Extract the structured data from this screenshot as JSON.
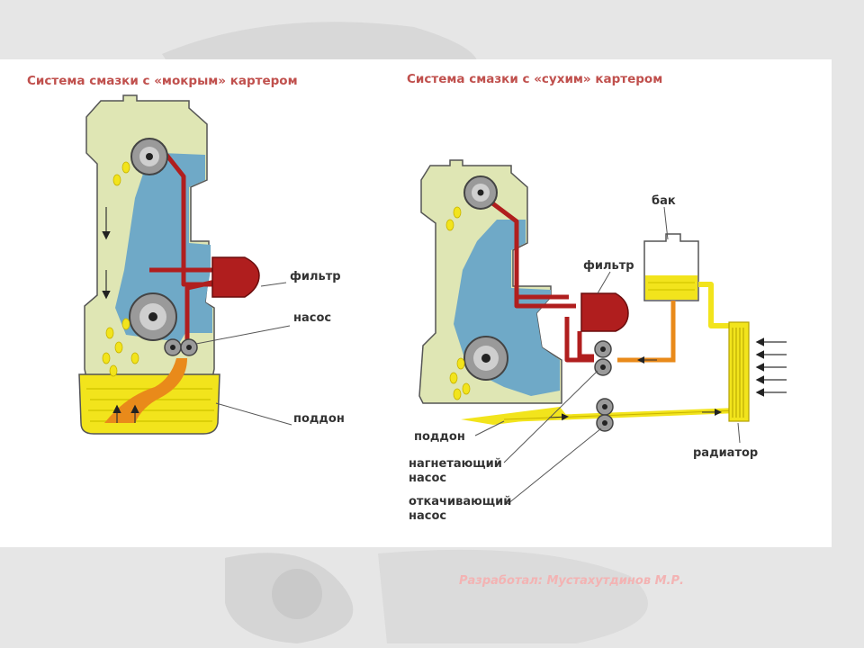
{
  "left_title": "Система смазки с «мокрым» картером",
  "right_title": "Система смазки с «сухим» картером",
  "labels": {
    "wet_filter": "фильтр",
    "wet_pump": "насос",
    "wet_sump": "поддон",
    "dry_tank": "бак",
    "dry_filter": "фильтр",
    "dry_sump": "поддон",
    "pressure_pump": "нагнетающий насос",
    "scavenge_pump": "откачивающий насос",
    "radiator": "радиатор"
  },
  "footer": "Разработал: Мустахутдинов М.Р.",
  "colors": {
    "engine_body": "#dfe6b4",
    "oil_passage": "#6fa9c7",
    "pressure_oil": "#b01e1e",
    "return_oil": "#e98a1a",
    "cold_oil": "#f2e41c",
    "title": "#c0504d"
  }
}
